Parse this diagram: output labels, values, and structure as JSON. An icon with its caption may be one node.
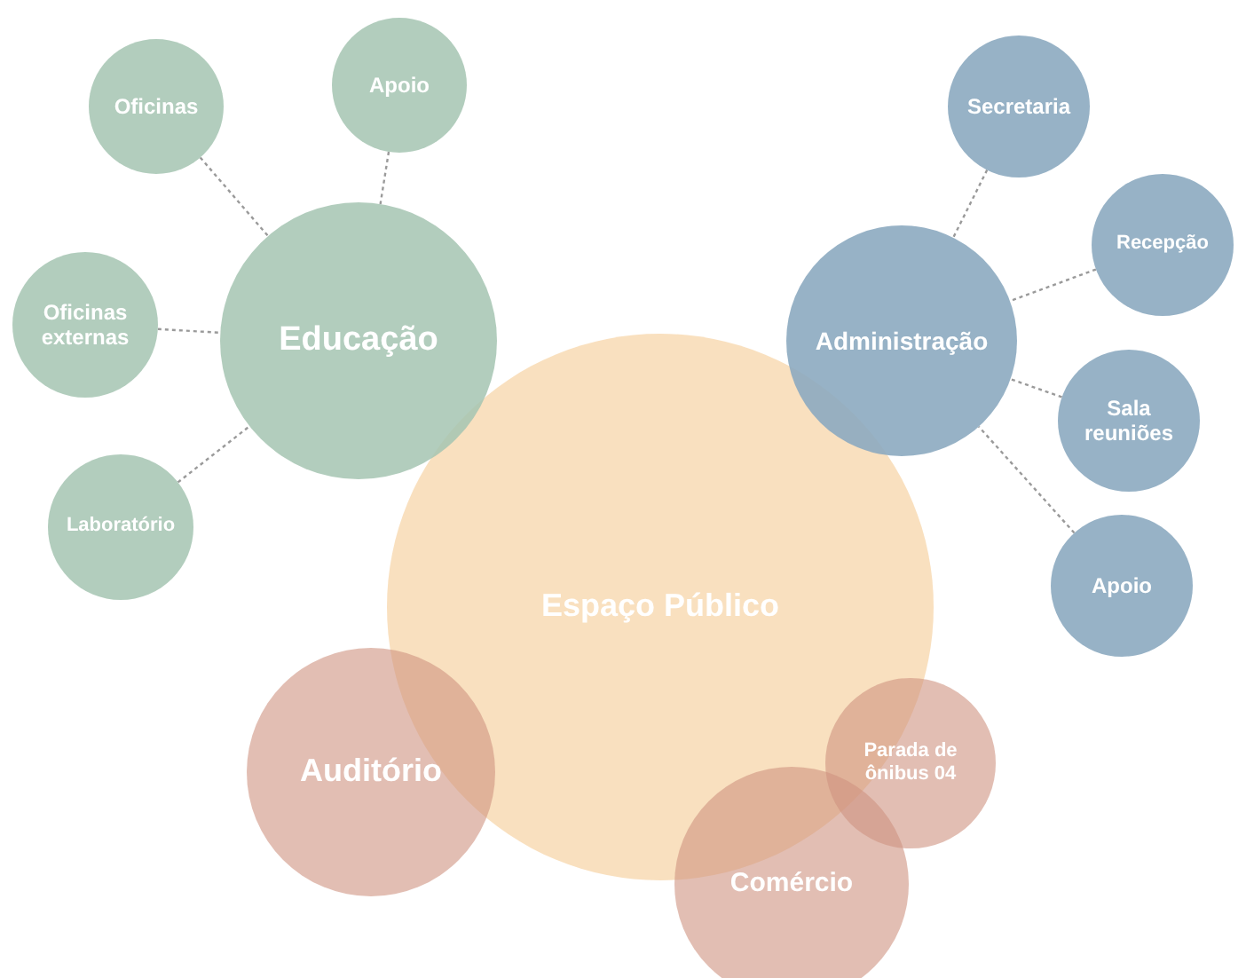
{
  "diagram": {
    "nodes": [
      {
        "text": [
          "Oficinas"
        ]
      },
      {
        "text": [
          "Apoio"
        ]
      },
      {
        "text": [
          "Educação"
        ]
      },
      {
        "text": [
          "Oficinas externas"
        ]
      },
      {
        "text": [
          "Laboratório"
        ]
      },
      {
        "text": [
          "Secretaria"
        ]
      },
      {
        "text": [
          "Administração"
        ]
      },
      {
        "text": [
          "Recepção"
        ]
      },
      {
        "text": [
          "Sala reuniões"
        ]
      },
      {
        "text": [
          "Apoio"
        ]
      },
      {
        "text": [
          "Espaço Público"
        ]
      },
      {
        "text": [
          "Auditório"
        ]
      },
      {
        "text": [
          "Parada de ônibus 04"
        ]
      },
      {
        "text": [
          "Comércio"
        ]
      }
    ],
    "edges": [
      {
        "from": 0,
        "to": 2,
        "arrow": "none",
        "style": "dashed"
      },
      {
        "from": 1,
        "to": 2,
        "arrow": "none",
        "style": "dashed"
      },
      {
        "from": 3,
        "to": 2,
        "arrow": "none",
        "style": "dashed"
      },
      {
        "from": 4,
        "to": 2,
        "arrow": "none",
        "style": "dashed"
      },
      {
        "from": 5,
        "to": 6,
        "arrow": "none",
        "style": "dashed"
      },
      {
        "from": 7,
        "to": 6,
        "arrow": "none",
        "style": "dashed"
      },
      {
        "from": 8,
        "to": 6,
        "arrow": "none",
        "style": "dashed"
      },
      {
        "from": 9,
        "to": 6,
        "arrow": "none",
        "style": "dashed"
      }
    ]
  }
}
